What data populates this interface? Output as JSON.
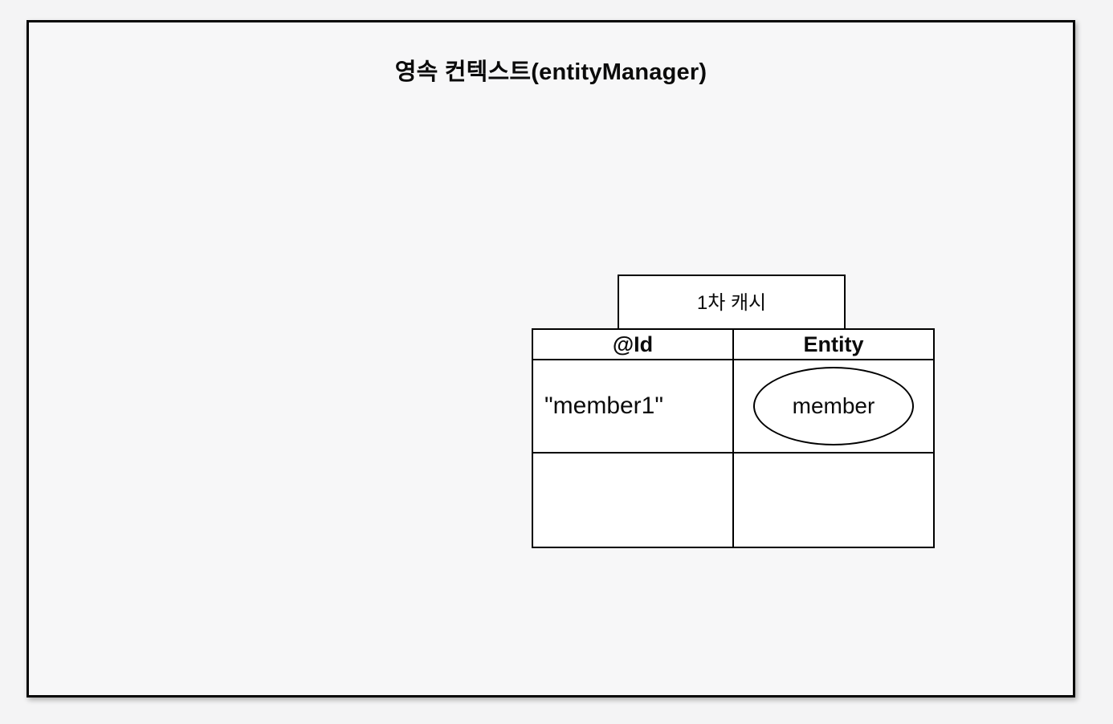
{
  "diagram": {
    "title": "영속 컨텍스트(entityManager)",
    "first_level_cache": {
      "tab_label": "1차 캐시",
      "table": {
        "columns": [
          "@Id",
          "Entity"
        ],
        "rows": [
          {
            "id": "\"member1\"",
            "entity": "member"
          },
          {
            "id": "",
            "entity": ""
          }
        ]
      }
    },
    "colors": {
      "page_background": "#f4f4f5",
      "panel_fill": "#f7f7f8",
      "cell_fill": "#ffffff",
      "line": "#000000"
    }
  }
}
